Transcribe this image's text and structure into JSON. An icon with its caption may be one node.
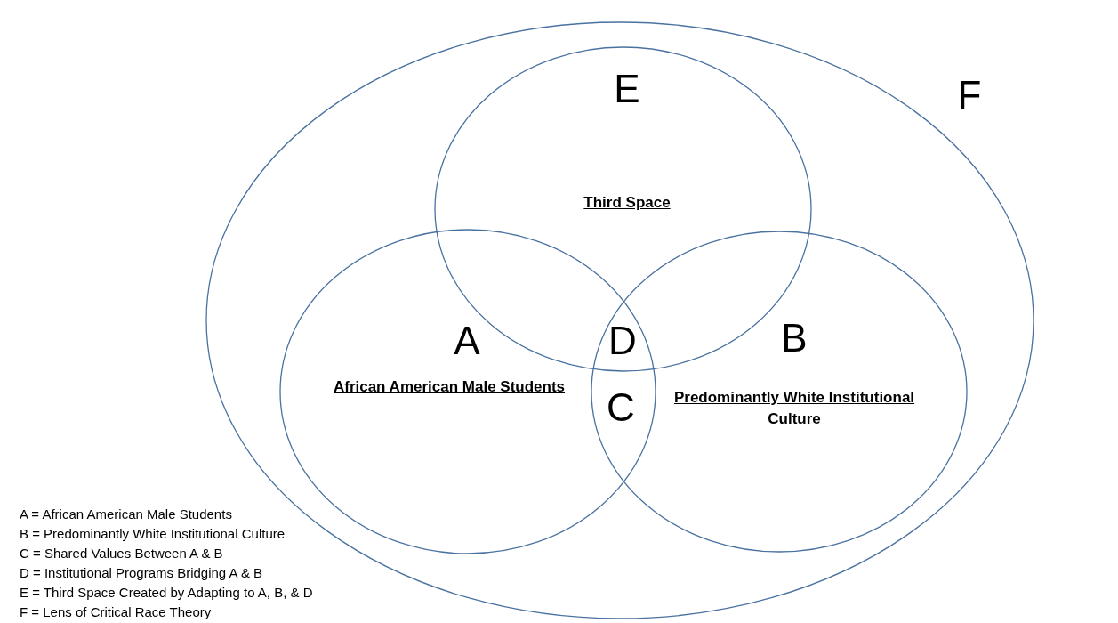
{
  "diagram": {
    "nodes": [
      {
        "text": [
          "F"
        ]
      },
      {
        "text": [
          "E",
          "Third Space"
        ],
        "in": 0
      },
      {
        "text": [
          "A",
          "African American Male Students"
        ],
        "in": 0
      },
      {
        "text": [
          "B",
          "Predominantly White Institutional Culture"
        ],
        "in": 0
      }
    ],
    "labels": [
      "D",
      "C",
      "A = African American Male Students",
      "B = Predominantly White Institutional Culture",
      "C = Shared Values Between A & B",
      "D = Institutional Programs Bridging A & B",
      "E = Third Space Created by Adapting to A, B, & D",
      "F = Lens of Critical Race Theory"
    ]
  }
}
